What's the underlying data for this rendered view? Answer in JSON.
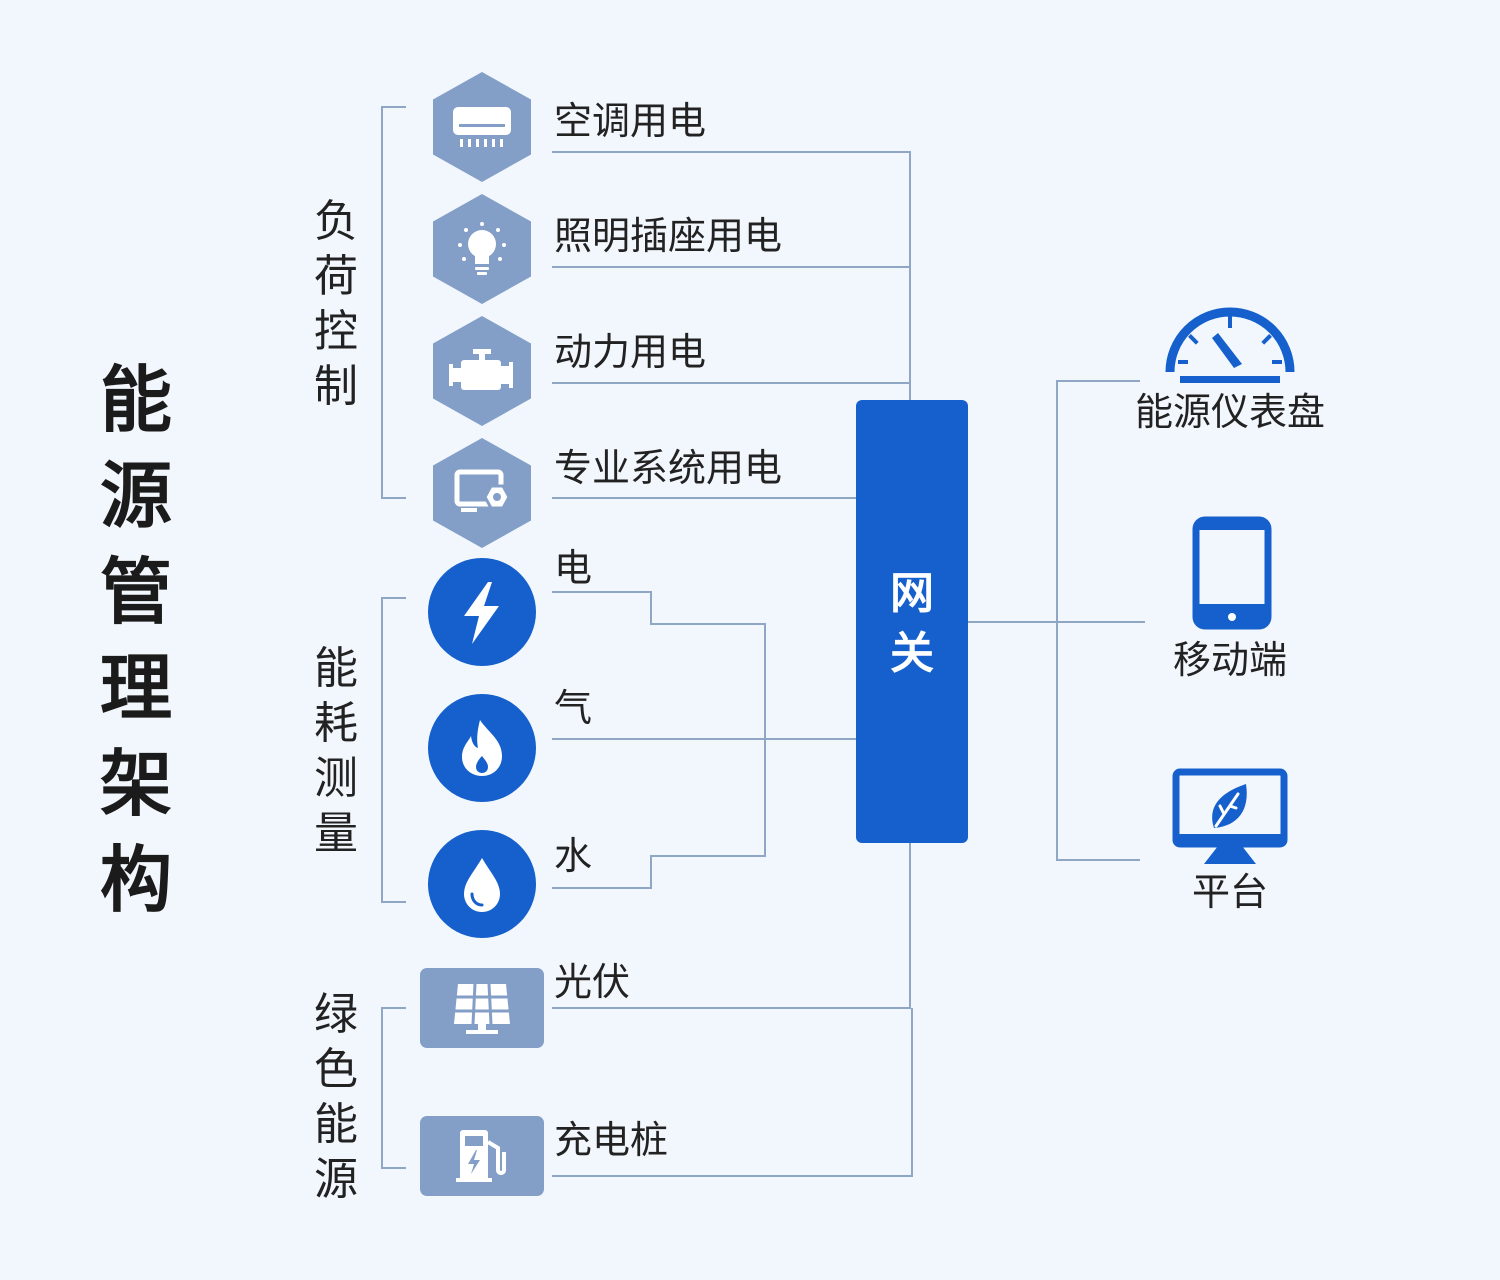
{
  "title": "能源管理架构",
  "title_chars": [
    "能",
    "源",
    "管",
    "理",
    "架",
    "构"
  ],
  "colors": {
    "hex_fill": "#839fc7",
    "circle_fill": "#1560cc",
    "gateway_fill": "#1560cc",
    "line": "#8fa6c4",
    "background": "#f2f7fd"
  },
  "groups": [
    {
      "chars": [
        "负",
        "荷",
        "控",
        "制"
      ],
      "items": [
        {
          "label": "空调用电",
          "icon": "air-conditioner-icon",
          "shape": "hexagon"
        },
        {
          "label": "照明插座用电",
          "icon": "lightbulb-icon",
          "shape": "hexagon"
        },
        {
          "label": "动力用电",
          "icon": "motor-icon",
          "shape": "hexagon"
        },
        {
          "label": "专业系统用电",
          "icon": "system-monitor-icon",
          "shape": "hexagon"
        }
      ]
    },
    {
      "chars": [
        "能",
        "耗",
        "测",
        "量"
      ],
      "items": [
        {
          "label": "电",
          "icon": "lightning-icon",
          "shape": "circle"
        },
        {
          "label": "气",
          "icon": "flame-icon",
          "shape": "circle"
        },
        {
          "label": "水",
          "icon": "water-drop-icon",
          "shape": "circle"
        }
      ]
    },
    {
      "chars": [
        "绿",
        "色",
        "能",
        "源"
      ],
      "items": [
        {
          "label": "光伏",
          "icon": "solar-panel-icon",
          "shape": "rounded-square"
        },
        {
          "label": "充电桩",
          "icon": "charging-pile-icon",
          "shape": "rounded-square"
        }
      ]
    }
  ],
  "gateway": {
    "chars": [
      "网",
      "关"
    ]
  },
  "outputs": [
    {
      "label": "能源仪表盘",
      "icon": "gauge-icon"
    },
    {
      "label": "移动端",
      "icon": "tablet-icon"
    },
    {
      "label": "平台",
      "icon": "monitor-leaf-icon"
    }
  ]
}
